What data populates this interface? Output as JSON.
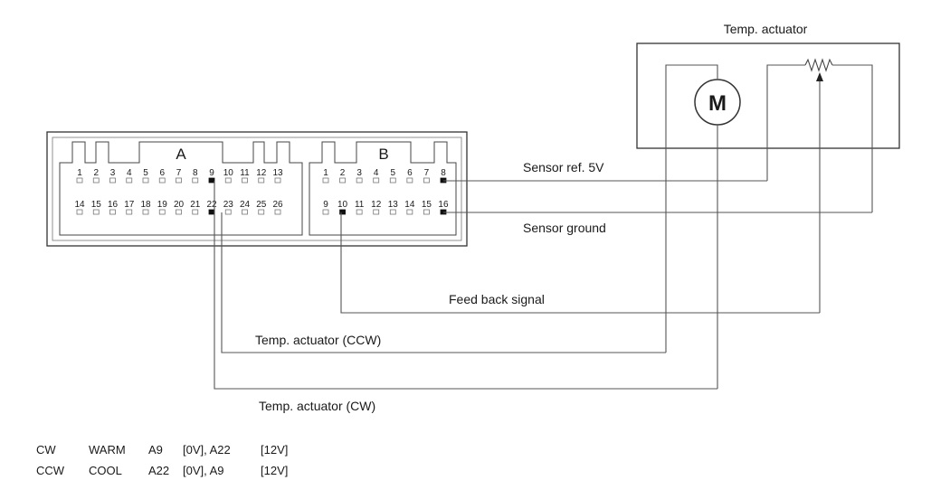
{
  "actuator": {
    "title": "Temp. actuator",
    "motor_label": "M"
  },
  "connector_a": {
    "label": "A",
    "top_pins": [
      "1",
      "2",
      "3",
      "4",
      "5",
      "6",
      "7",
      "8",
      "9",
      "10",
      "11",
      "12",
      "13"
    ],
    "bottom_pins": [
      "14",
      "15",
      "16",
      "17",
      "18",
      "19",
      "20",
      "21",
      "22",
      "23",
      "24",
      "25",
      "26"
    ],
    "used_pins": [
      "9",
      "22"
    ]
  },
  "connector_b": {
    "label": "B",
    "top_pins": [
      "1",
      "2",
      "3",
      "4",
      "5",
      "6",
      "7",
      "8"
    ],
    "bottom_pins": [
      "9",
      "10",
      "11",
      "12",
      "13",
      "14",
      "15",
      "16"
    ],
    "used_pins": [
      "8",
      "10",
      "16"
    ]
  },
  "signals": {
    "sensor_ref": "Sensor ref. 5V",
    "sensor_ground": "Sensor ground",
    "feedback": "Feed back signal",
    "ccw": "Temp. actuator (CCW)",
    "cw": "Temp. actuator (CW)"
  },
  "legend": [
    [
      "CW",
      "WARM",
      "A9",
      "[0V], A22",
      "[12V]"
    ],
    [
      "CCW",
      "COOL",
      "A22",
      "[0V], A9",
      "[12V]"
    ]
  ]
}
